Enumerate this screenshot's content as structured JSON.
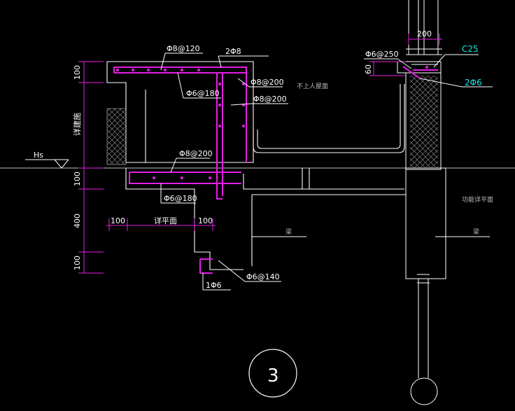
{
  "colors": {
    "background": "#000000",
    "outline": "#ffffff",
    "rebar": "#e61ee6",
    "dimension": "#e61ee6",
    "leader": "#ffffff",
    "accent": "#19e6e6",
    "grid": "#bfbfbf"
  },
  "labels": {
    "rebar_phi8_120": "Φ8@120",
    "rebar_2phi8": "2Φ8",
    "rebar_phi8_200_a": "Φ8@200",
    "rebar_phi6_180_a": "Φ6@180",
    "rebar_phi8_200_b": "Φ8@200",
    "rebar_phi8_200_c": "Φ8@200",
    "rebar_phi6_180_b": "Φ6@180",
    "rebar_phi6_140": "Φ6@140",
    "rebar_1phi6": "1Φ6",
    "rebar_phi6_250": "Φ6@250",
    "rebar_2phi6": "2Φ6",
    "concrete_c25": "C25",
    "dim_200": "200",
    "dim_60": "60",
    "dim_100_top": "100",
    "dim_find_plan": "详建施",
    "dim_100_mid": "100",
    "dim_400": "400",
    "dim_100_bottom": "100",
    "dim_100_left": "100",
    "dim_find_plan_2": "详平面",
    "dim_100_right": "100",
    "elevation_hs": "Hs",
    "roof_note": "不上人屋面",
    "beam_left": "梁",
    "beam_right": "梁",
    "floor_note": "功能详平面",
    "section_number": "3"
  }
}
